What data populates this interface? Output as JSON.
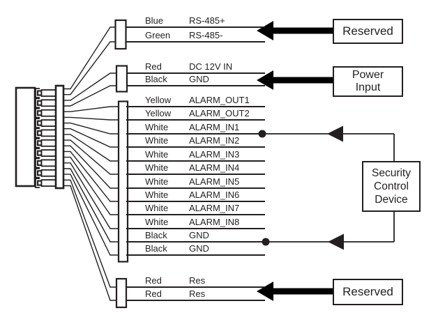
{
  "diagram": {
    "type": "wiring-diagram",
    "connector": {
      "description": "multi-pin terminal connector",
      "pin_count": 10,
      "wire_count": 18
    },
    "colors": {
      "line": "#231f20",
      "background": "#ffffff"
    }
  },
  "wire_groups": [
    {
      "id": "rs485",
      "target_label": "Reserved",
      "rows": [
        {
          "color": "Blue",
          "signal": "RS-485+"
        },
        {
          "color": "Green",
          "signal": "RS-485-"
        }
      ]
    },
    {
      "id": "power",
      "target_label": "Power Input",
      "rows": [
        {
          "color": "Red",
          "signal": "DC 12V IN"
        },
        {
          "color": "Black",
          "signal": "GND"
        }
      ]
    },
    {
      "id": "alarm",
      "target_label": "Security Control Device",
      "rows": [
        {
          "color": "Yellow",
          "signal": "ALARM_OUT1"
        },
        {
          "color": "Yellow",
          "signal": "ALARM_OUT2"
        },
        {
          "color": "White",
          "signal": "ALARM_IN1"
        },
        {
          "color": "White",
          "signal": "ALARM_IN2"
        },
        {
          "color": "White",
          "signal": "ALARM_IN3"
        },
        {
          "color": "White",
          "signal": "ALARM_IN4"
        },
        {
          "color": "White",
          "signal": "ALARM_IN5"
        },
        {
          "color": "White",
          "signal": "ALARM_IN6"
        },
        {
          "color": "White",
          "signal": "ALARM_IN7"
        },
        {
          "color": "White",
          "signal": "ALARM_IN8"
        },
        {
          "color": "Black",
          "signal": "GND"
        },
        {
          "color": "Black",
          "signal": "GND"
        }
      ]
    },
    {
      "id": "reserved",
      "target_label": "Reserved",
      "rows": [
        {
          "color": "Red",
          "signal": "Res"
        },
        {
          "color": "Red",
          "signal": "Res"
        }
      ]
    }
  ],
  "boxes": {
    "reserved_top": "Reserved",
    "power_input": [
      "Power",
      "Input"
    ],
    "security": [
      "Security",
      "Control",
      "Device"
    ],
    "reserved_bottom": "Reserved"
  }
}
